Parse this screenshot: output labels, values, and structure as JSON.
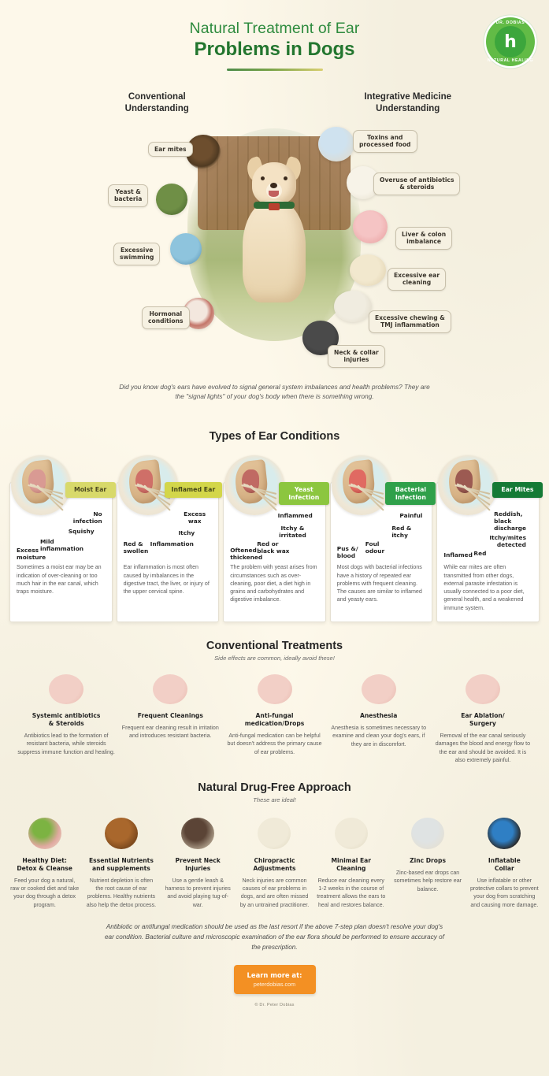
{
  "header": {
    "title_line1": "Natural Treatment of Ear",
    "title_line2": "Problems in Dogs",
    "logo": {
      "top_text": "DR. DOBIAS",
      "bottom_text": "NATURAL HEALING",
      "monogram": "h"
    },
    "brand_green": "#3ca63c"
  },
  "columns": {
    "left": "Conventional\nUnderstanding",
    "left_l1": "Conventional",
    "left_l2": "Understanding",
    "right_l1": "Integrative Medicine",
    "right_l2": "Understanding"
  },
  "diagram": {
    "left_tags": [
      {
        "label": "Ear mites",
        "icon": "mite-icon"
      },
      {
        "label": "Yeast &\nbacteria",
        "l1": "Yeast &",
        "l2": "bacteria",
        "icon": "bacteria-icon"
      },
      {
        "label": "Excessive\nswimming",
        "l1": "Excessive",
        "l2": "swimming",
        "icon": "swimming-dog-icon"
      },
      {
        "label": "Hormonal\nconditions",
        "l1": "Hormonal",
        "l2": "conditions",
        "icon": "kidneys-icon"
      }
    ],
    "right_tags": [
      {
        "l1": "Toxins and",
        "l2": "processed food",
        "icon": "dog-food-icon"
      },
      {
        "l1": "Overuse of antibiotics",
        "l2": "& steroids",
        "icon": "pill-bottle-icon"
      },
      {
        "l1": "Liver & colon",
        "l2": "imbalance",
        "icon": "intestine-icon"
      },
      {
        "l1": "Excessive ear",
        "l2": "cleaning",
        "icon": "cotton-swabs-icon"
      },
      {
        "l1": "Excessive chewing &",
        "l2": "TMJ inflammation",
        "icon": "jaw-icon"
      },
      {
        "l1": "Neck & collar",
        "l2": "injuries",
        "icon": "black-dog-collar-icon"
      }
    ],
    "did_you_know": "Did you know dog's ears have evolved to signal general system imbalances and health problems? They are the \"signal lights\" of your dog's body when there is something wrong."
  },
  "conditions": {
    "heading": "Types of Ear Conditions",
    "cards": [
      {
        "label": "Moist Ear",
        "label_bg": "#d8d96a",
        "label_color": "#4a4720",
        "canal_color": "#d99a93",
        "symptoms": [
          "No\ninfection",
          "Squishy",
          "Mild\ninflammation",
          "Excess\nmoisture"
        ],
        "sym_list": [
          {
            "text": "No infection",
            "l1": "No",
            "l2": "infection"
          },
          {
            "text": "Squishy",
            "l1": "Squishy",
            "l2": ""
          },
          {
            "text": "Mild inflammation",
            "l1": "Mild",
            "l2": "inflammation"
          },
          {
            "text": "Excess moisture",
            "l1": "Excess",
            "l2": "moisture"
          }
        ],
        "desc": "Sometimes a moist ear may be an indication of over-cleaning or too much hair in the ear canal, which traps moisture."
      },
      {
        "label": "Inflamed Ear",
        "label_bg": "#d3d64a",
        "label_color": "#44461a",
        "canal_color": "#cf6f68",
        "sym_list": [
          {
            "text": "Excess wax",
            "l1": "Excess",
            "l2": "wax"
          },
          {
            "text": "Itchy",
            "l1": "Itchy",
            "l2": ""
          },
          {
            "text": "Inflammation",
            "l1": "Inflammation",
            "l2": ""
          },
          {
            "text": "Red & swollen",
            "l1": "Red &",
            "l2": "swollen"
          }
        ],
        "desc": "Ear inflammation is most often caused by imbalances in the digestive tract, the liver, or injury of the upper cervical spine."
      },
      {
        "label": "Yeast\nInfection",
        "label_l1": "Yeast",
        "label_l2": "Infection",
        "label_bg": "#8cc63f",
        "label_color": "#ffffff",
        "canal_color": "#c06a63",
        "sym_list": [
          {
            "text": "Inflammed",
            "l1": "Inflammed",
            "l2": ""
          },
          {
            "text": "Itchy & irritated",
            "l1": "Itchy &",
            "l2": "irritated"
          },
          {
            "text": "Red or black wax",
            "l1": "Red or",
            "l2": "black wax"
          },
          {
            "text": "Oftened thickened",
            "l1": "Oftened",
            "l2": "thickened"
          }
        ],
        "desc": "The problem with yeast arises from circumstances such as over-cleaning, poor diet, a diet high in grains and carbohydrates and digestive imbalance."
      },
      {
        "label": "Bacterial\nInfection",
        "label_l1": "Bacterial",
        "label_l2": "Infection",
        "label_bg": "#2fa04a",
        "label_color": "#ffffff",
        "canal_color": "#c4504c",
        "sym_list": [
          {
            "text": "Painful",
            "l1": "Painful",
            "l2": ""
          },
          {
            "text": "Red & itchy",
            "l1": "Red &",
            "l2": "itchy"
          },
          {
            "text": "Foul odour",
            "l1": "Foul",
            "l2": "odour"
          },
          {
            "text": "Pus &/ blood",
            "l1": "Pus &/",
            "l2": "blood"
          }
        ],
        "desc": "Most dogs with bacterial infections have a history of repeated ear problems with frequent cleaning. The causes are similar to inflamed and yeasty ears."
      },
      {
        "label": "Ear Mites",
        "label_bg": "#147a35",
        "label_color": "#ffffff",
        "canal_color": "#9c5a52",
        "sym_list": [
          {
            "text": "Reddish, black discharge",
            "l1": "Reddish,",
            "l2": "black",
            "l3": "discharge"
          },
          {
            "text": "Itchy/mites detected",
            "l1": "Itchy/mites",
            "l2": "detected"
          },
          {
            "text": "Red",
            "l1": "Red",
            "l2": ""
          },
          {
            "text": "Inflamed",
            "l1": "Inflamed",
            "l2": ""
          }
        ],
        "desc": "While ear mites are often transmitted from other dogs, external parasite infestation is usually connected to a poor diet, general health, and a weakened immune system."
      }
    ]
  },
  "conventional": {
    "heading": "Conventional Treatments",
    "subheading": "Side effects are common, ideally avoid these!",
    "items": [
      {
        "name": "Systemic antibiotics\n& Steroids",
        "l1": "Systemic antibiotics",
        "l2": "& Steroids",
        "icon": "rx-bottle-icon",
        "desc": "Antibiotics lead to the formation of resistant bacteria, while steroids suppress immune function and healing."
      },
      {
        "name": "Frequent Cleanings",
        "l1": "Frequent Cleanings",
        "l2": "",
        "icon": "cotton-swabs-icon",
        "desc": "Frequent ear cleaning result in irritation and introduces resistant bacteria."
      },
      {
        "name": "Anti-fungal\nmedication/Drops",
        "l1": "Anti-fungal",
        "l2": "medication/Drops",
        "icon": "drops-bottle-icon",
        "desc": "Anti-fungal medication can be helpful but doesn't address the primary cause of ear problems."
      },
      {
        "name": "Anesthesia",
        "l1": "Anesthesia",
        "l2": "",
        "icon": "anesthesia-mask-icon",
        "desc": "Anesthesia is sometimes necessary to examine and clean your dog's ears, if they are in discomfort."
      },
      {
        "name": "Ear Ablation/\nSurgery",
        "l1": "Ear Ablation/",
        "l2": "Surgery",
        "icon": "surgical-scissors-icon",
        "desc": "Removal of the ear canal seriously damages the blood and energy flow to the ear and should be avoided. It is also extremely painful."
      }
    ]
  },
  "natural": {
    "heading": "Natural Drug-Free Approach",
    "subheading": "These are ideal!",
    "items": [
      {
        "l1": "Healthy Diet:",
        "l2": "Detox & Cleanse",
        "icon": "vegetables-meat-icon",
        "desc": "Feed your dog a natural, raw or cooked diet and take your dog through a detox program."
      },
      {
        "l1": "Essential Nutrients",
        "l2": "and supplements",
        "icon": "supplement-bottles-icon",
        "desc": "Nutrient depletion is often the root cause of ear problems. Healthy nutrients also help the detox process."
      },
      {
        "l1": "Prevent Neck",
        "l2": "Injuries",
        "icon": "harness-leash-icon",
        "desc": "Use a gentle leash & harness to prevent injuries and avoid playing tug-of-war."
      },
      {
        "l1": "Chiropractic",
        "l2": "Adjustments",
        "icon": "spine-icon",
        "desc": "Neck injuries are common causes of ear problems in dogs, and are often missed by an untrained practitioner."
      },
      {
        "l1": "Minimal Ear",
        "l2": "Cleaning",
        "icon": "cotton-swab-pair-icon",
        "desc": "Reduce ear cleaning every 1-2 weeks in the course of treatment allows the ears to heal and restores balance."
      },
      {
        "l1": "Zinc Drops",
        "l2": "",
        "icon": "dropper-bottle-icon",
        "desc": "Zinc-based ear drops can sometimes help restore ear balance."
      },
      {
        "l1": "Inflatable",
        "l2": "Collar",
        "icon": "inflatable-collar-dog-icon",
        "desc": "Use inflatable or other protective collars to prevent your dog from scratching and causing more damage."
      }
    ]
  },
  "footer": {
    "note": "Antibiotic or antifungal medication should be used as the last resort if the above 7-step plan doesn't resolve your dog's ear condition. Bacterial culture and microscopic examination of the ear flora should be performed to ensure accuracy of the prescription.",
    "cta_line1": "Learn more at:",
    "cta_line2": "peterdobias.com",
    "cta_color": "#f39023",
    "copyright": "© Dr. Peter Dobias"
  }
}
